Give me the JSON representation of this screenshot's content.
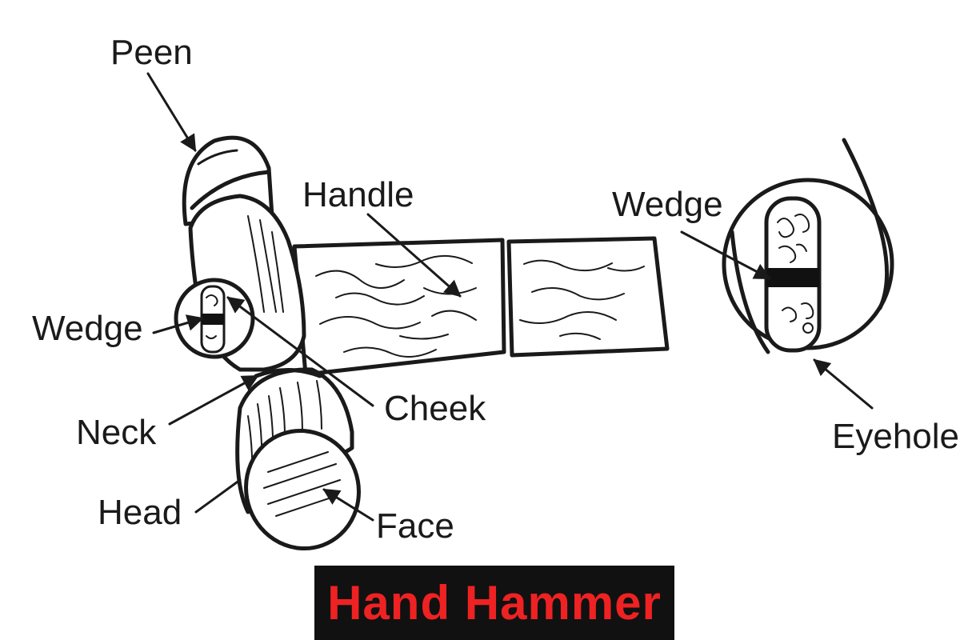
{
  "title": "Hand Hammer",
  "colors": {
    "title_text": "#ee2222",
    "title_background": "#111111",
    "ink": "#1a1a1a",
    "background": "#ffffff"
  },
  "labels": {
    "peen": "Peen",
    "handle": "Handle",
    "wedge_left": "Wedge",
    "wedge_right": "Wedge",
    "neck": "Neck",
    "cheek": "Cheek",
    "head": "Head",
    "face": "Face",
    "eyehole": "Eyehole"
  }
}
